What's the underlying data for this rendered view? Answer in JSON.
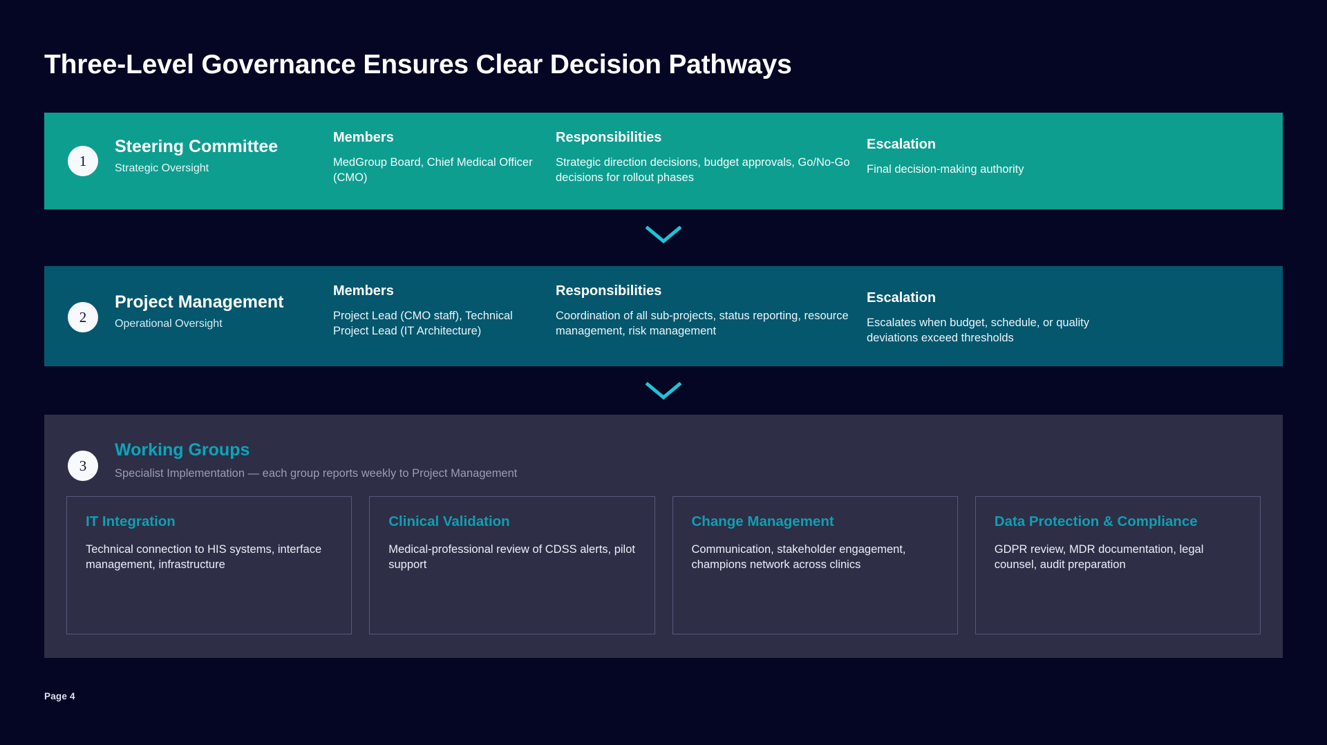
{
  "slide": {
    "title": "Three-Level Governance Ensures Clear Decision Pathways",
    "footer": "Page 4",
    "background_color": "#050524"
  },
  "colors": {
    "level1_band": "#0d9e90",
    "level2_band": "#04576d",
    "level3_panel": "#2e2e47",
    "accent_cyan": "#129eb2",
    "chevron": "#1fc4d4",
    "card_border": "#555a78"
  },
  "column_headers": {
    "members": "Members",
    "responsibilities": "Responsibilities",
    "escalation": "Escalation"
  },
  "levels": [
    {
      "number": "1",
      "title": "Steering Committee",
      "subtitle": "Strategic Oversight",
      "members_head": "Members",
      "members": "MedGroup Board, Chief Medical Officer (CMO)",
      "responsibilities_head": "Responsibilities",
      "responsibilities": "Strategic direction decisions, budget approvals, Go/No-Go decisions for rollout phases",
      "escalation_head": "Escalation",
      "escalation": "Final decision-making authority"
    },
    {
      "number": "2",
      "title": "Project Management",
      "subtitle": "Operational Oversight",
      "members_head": "Members",
      "members": "Project Lead (CMO staff), Technical Project Lead (IT Architecture)",
      "responsibilities_head": "Responsibilities",
      "responsibilities": "Coordination of all sub-projects, status reporting, resource management, risk management",
      "escalation_head": "Escalation",
      "escalation": "Escalates when budget, schedule, or quality deviations exceed thresholds"
    }
  ],
  "level3": {
    "number": "3",
    "title": "Working Groups",
    "subtitle": "Specialist Implementation — each group reports weekly to Project Management",
    "cards": [
      {
        "title": "IT Integration",
        "body": "Technical connection to HIS systems, interface management, infrastructure"
      },
      {
        "title": "Clinical Validation",
        "body": "Medical-professional review of CDSS alerts, pilot support"
      },
      {
        "title": "Change Management",
        "body": "Communication, stakeholder engagement, champions network across clinics"
      },
      {
        "title": "Data Protection & Compliance",
        "body": "GDPR review, MDR documentation, legal counsel, audit preparation"
      }
    ]
  },
  "icons": {
    "chevron_down": "chevron-down-icon"
  }
}
